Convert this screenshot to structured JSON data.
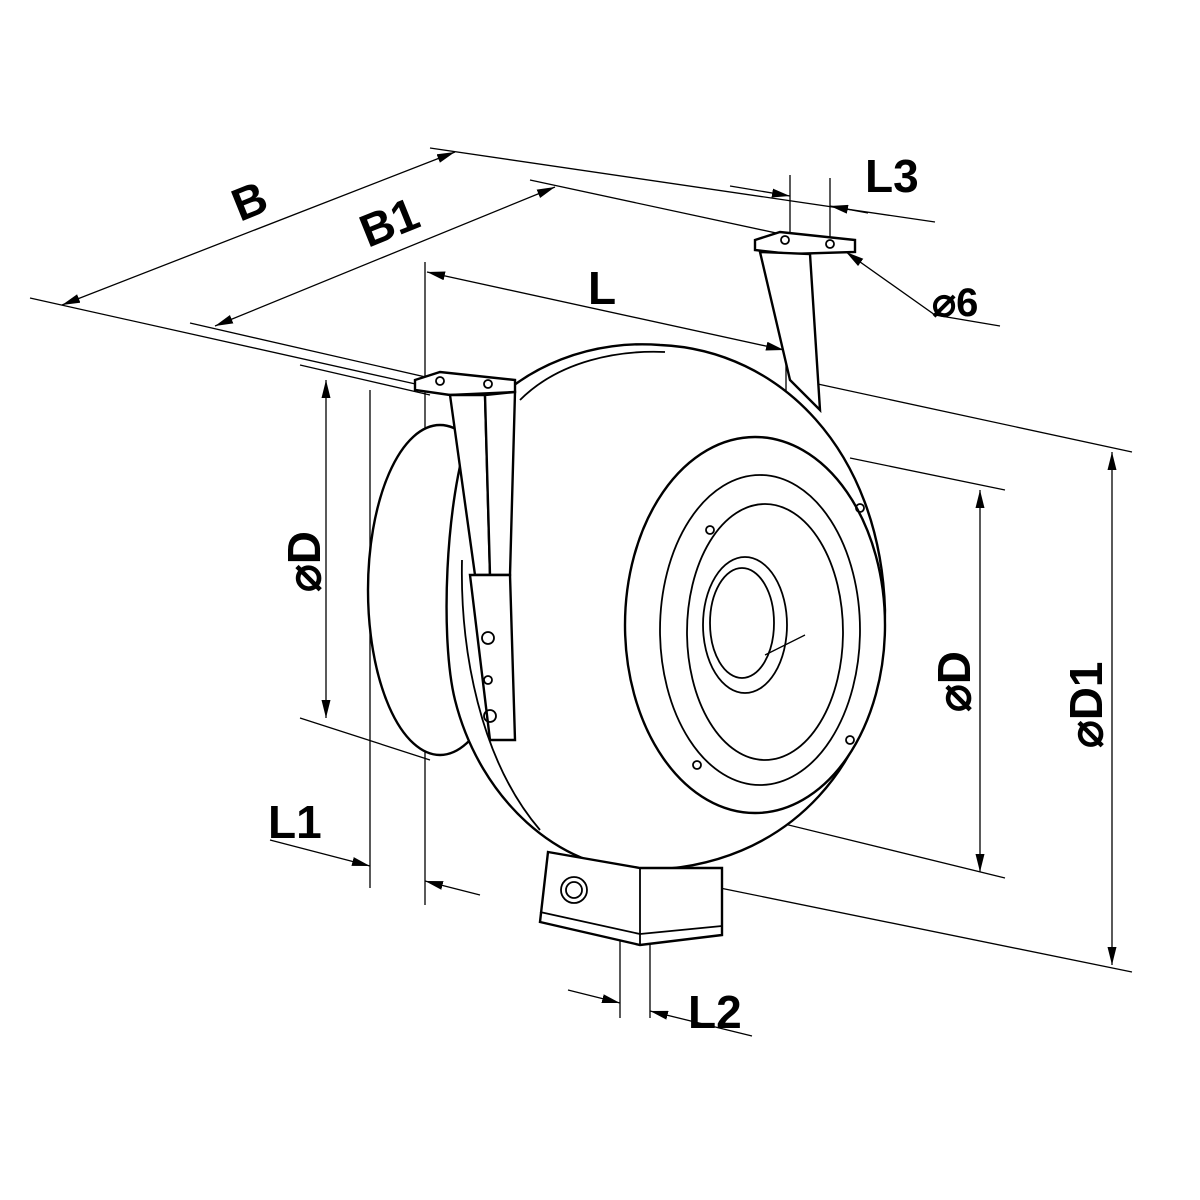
{
  "title": "Centrifugal inline duct fan dimension drawing",
  "labels": {
    "B": "B",
    "B1": "B1",
    "L": "L",
    "L1": "L1",
    "L2": "L2",
    "L3": "L3",
    "hole": "⌀6",
    "D_left": "⌀D",
    "D_right": "⌀D",
    "D1": "⌀D1"
  }
}
